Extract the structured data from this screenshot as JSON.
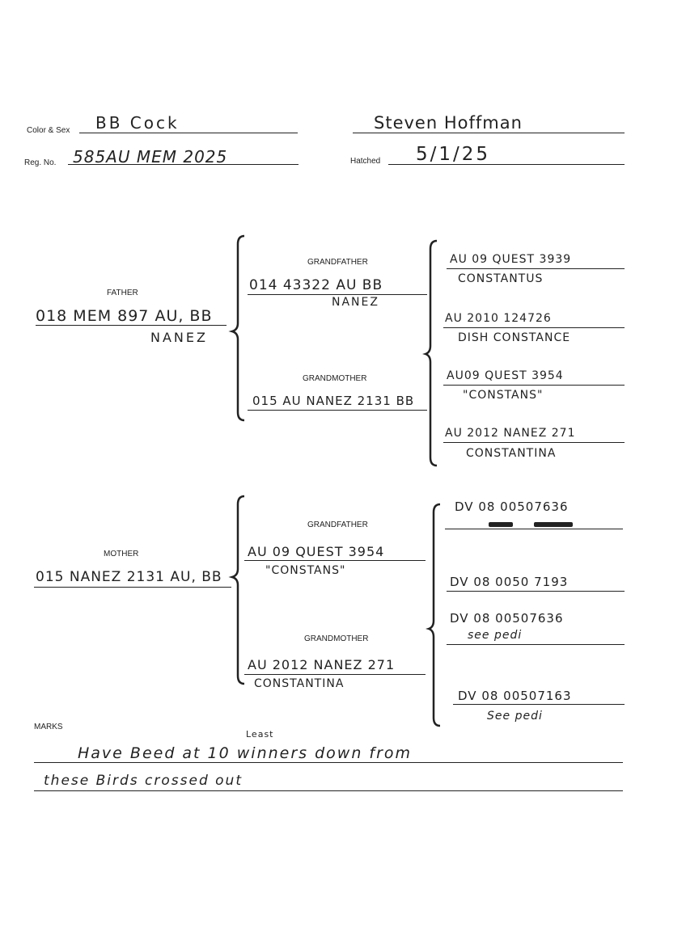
{
  "header": {
    "color_sex_label": "Color & Sex",
    "color_sex_value": "BB Cock",
    "reg_no_label": "Reg. No.",
    "reg_no_value": "585AU MEM 2025",
    "owner_name": "Steven Hoffman",
    "hatched_label": "Hatched",
    "hatched_value": "5/1/25"
  },
  "father": {
    "label": "FATHER",
    "band": "018 MEM 897 AU, BB",
    "name": "NANEZ",
    "grandfather": {
      "label": "GRANDFATHER",
      "band": "014 43322 AU BB",
      "name": "NANEZ"
    },
    "grandmother": {
      "label": "GRANDMOTHER",
      "band": "015 AU NANEZ 2131 BB"
    },
    "ancestors": [
      {
        "band": "AU 09 QUEST 3939",
        "name": "CONSTANTUS"
      },
      {
        "band": "AU 2010 124726",
        "name": "DISH CONSTANCE"
      },
      {
        "band": "AU09 QUEST 3954",
        "name": "\"CONSTANS\""
      },
      {
        "band": "AU 2012 NANEZ 271",
        "name": "CONSTANTINA"
      }
    ]
  },
  "mother": {
    "label": "MOTHER",
    "band": "015 NANEZ 2131 AU, BB",
    "grandfather": {
      "label": "GRANDFATHER",
      "band": "AU 09 QUEST 3954",
      "name": "\"CONSTANS\""
    },
    "grandmother": {
      "label": "GRANDMOTHER",
      "band": "AU 2012 NANEZ 271",
      "name": "CONSTANTINA"
    },
    "ancestors": [
      {
        "band": "DV 08 00507636",
        "name": ""
      },
      {
        "band": "DV 08 0050 7193",
        "name": ""
      },
      {
        "band": "DV 08 00507636",
        "name": "see pedi"
      },
      {
        "band": "DV 08 00507163",
        "name": "See pedi"
      }
    ]
  },
  "marks": {
    "label": "MARKS",
    "superscript": "Least",
    "line1": "Have Beed at 10 winners down from",
    "line2": "these Birds crossed out"
  }
}
